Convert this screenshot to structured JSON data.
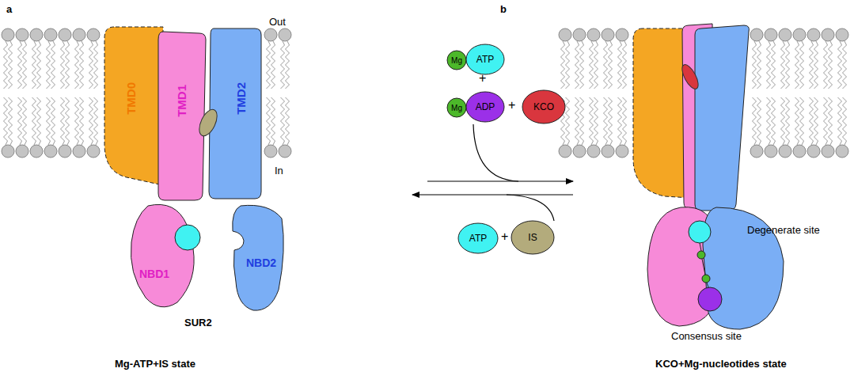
{
  "diagram": {
    "nodes": [
      {
        "text": [
          "TMD0"
        ]
      },
      {
        "text": [
          "TMD1"
        ]
      },
      {
        "text": [
          "TMD2"
        ]
      },
      {
        "text": [
          "NBD1"
        ]
      },
      {
        "text": [
          "NBD2"
        ]
      },
      {
        "text": [
          "Mg"
        ]
      },
      {
        "text": [
          "ATP"
        ]
      },
      {
        "text": [
          "Mg"
        ]
      },
      {
        "text": [
          "ADP"
        ]
      },
      {
        "text": [
          "KCO"
        ]
      },
      {
        "text": [
          "ATP"
        ]
      },
      {
        "text": [
          "IS"
        ]
      }
    ],
    "labels": [
      "a",
      "Out",
      "In",
      "SUR2",
      "Mg-ATP+IS state",
      "+",
      "+",
      "+",
      "b",
      "Degenerate site",
      "Consensus site",
      "KCO+Mg-nucleotides state"
    ]
  }
}
